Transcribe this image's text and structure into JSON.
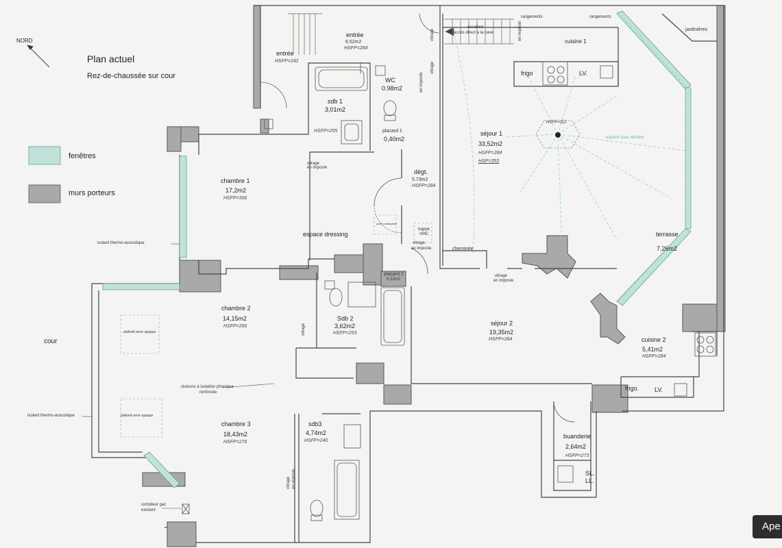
{
  "header": {
    "north_label": "NORD",
    "title": "Plan actuel",
    "subtitle": "Rez-de-chaussée sur cour"
  },
  "legend": {
    "windows_label": "fenêtres",
    "walls_label": "murs porteurs",
    "window_color": "#bfe3da",
    "wall_color": "#a9a9a9"
  },
  "rooms": {
    "entree1": {
      "name": "entrée",
      "height": "HSFP=242"
    },
    "entree2": {
      "name": "entrée",
      "area": "6.52m2",
      "height": "HSFP=284"
    },
    "wc": {
      "name": "WC",
      "area": "0.98m2"
    },
    "sdb1": {
      "name": "sdb 1",
      "area": "3,01m2",
      "height": "HSFP=255"
    },
    "placard1": {
      "name": "placard 1",
      "area": "0,40m2"
    },
    "sejour1": {
      "name": "séjour 1",
      "area": "33,52m2",
      "height": "HSFP=284",
      "height2": "HSP=353",
      "center": "HSFP=312"
    },
    "cuisine1": {
      "name": "cuisine 1"
    },
    "degt": {
      "name": "dégt.",
      "area": "5.73m2",
      "height": "HSFP=284"
    },
    "chambre1": {
      "name": "chambre 1",
      "area": "17,2m2",
      "height": "HSFP=306"
    },
    "dressing": {
      "name": "espace dressing"
    },
    "terrasse": {
      "name": "terrasse",
      "area": "7,26m2"
    },
    "chambre2": {
      "name": "chambre 2",
      "area": "14,15m2",
      "height": "HSFP=266"
    },
    "sdb2": {
      "name": "Sdb 2",
      "area": "3,62m2",
      "height": "HSFP=253"
    },
    "placard2": {
      "name": "placard 2",
      "area": "0,22m2"
    },
    "sejour2": {
      "name": "séjour 2",
      "area": "19,35m2",
      "height": "HSFP=284"
    },
    "cuisine2": {
      "name": "cuisine 2",
      "area": "5,41m2",
      "height": "HSFP=284"
    },
    "chambre3": {
      "name": "chambre 3",
      "area": "18,43m2",
      "height": "HSFP=276"
    },
    "sdb3": {
      "name": "sdb3",
      "area": "4,74m2",
      "height": "HSFP=240"
    },
    "buanderie": {
      "name": "buanderie",
      "area": "2,64m2",
      "height": "HSFP=273"
    }
  },
  "annotations": {
    "cour": "cour",
    "jardinieres": "jardinières",
    "escaliers1": "escaliers",
    "escaliers2": "accès direct à la cave",
    "rangements1": "rangements",
    "rangements2": "rangements",
    "frigo1": "frigo",
    "lv1": "LV.",
    "frigo2": "frigo.",
    "lv2": "LV.",
    "sl": "SL.",
    "ll": "LL.",
    "cheminee": "cheminée",
    "trappe1": "trappe",
    "trappe2": "VMC",
    "verriere": "espace sous verrière",
    "plafond1": "plafond verre opaque",
    "plafond2": "plafond verre opaque",
    "isolant1": "isolant thermo-acoustique",
    "isolant2": "isolant thermo-acoustique",
    "cloisons1": "cloisons à isolation phonique",
    "cloisons2": "renforcée",
    "compteur1": "compteur gaz",
    "compteur2": "existant",
    "vitrage_label": "vitrage",
    "imposte_label": "en imposte",
    "porte_label": "porte coulissante"
  },
  "ui": {
    "corner_button": "Ape"
  }
}
